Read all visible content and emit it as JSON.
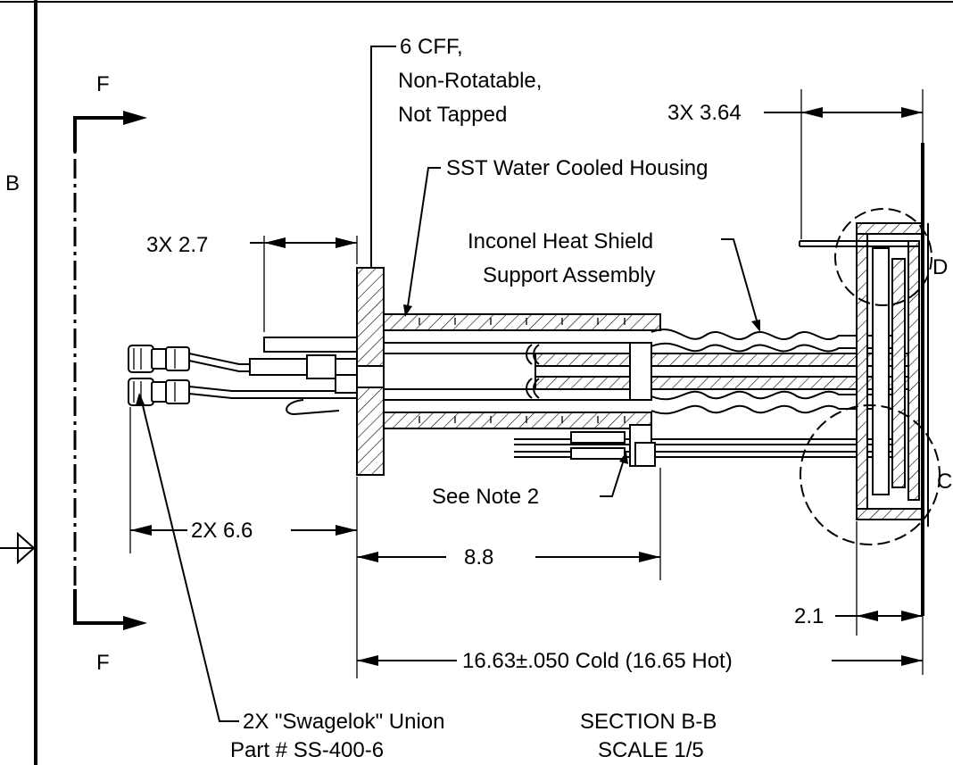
{
  "drawing": {
    "zone_letters": {
      "B": "B",
      "D": "D",
      "C": "C"
    },
    "section_markers": {
      "top": "F",
      "bottom": "F"
    },
    "callouts": {
      "fitting": [
        "6 CFF,",
        "Non-Rotatable,",
        "Not Tapped"
      ],
      "housing": "SST Water Cooled Housing",
      "heat_shield": [
        "Inconel Heat Shield",
        "Support Assembly"
      ],
      "see_note": "See Note 2",
      "union": [
        "2X \"Swagelok\" Union",
        "Part # SS-400-6"
      ]
    },
    "dimensions": {
      "d_3_64": "3X 3.64",
      "d_2_7": "3X 2.7",
      "d_6_6": "2X 6.6",
      "d_8_8": "8.8",
      "d_2_1": "2.1",
      "d_16_63": "16.63±.050 Cold (16.65 Hot)"
    },
    "title": {
      "line1": "SECTION B-B",
      "line2": "SCALE 1/5"
    }
  }
}
